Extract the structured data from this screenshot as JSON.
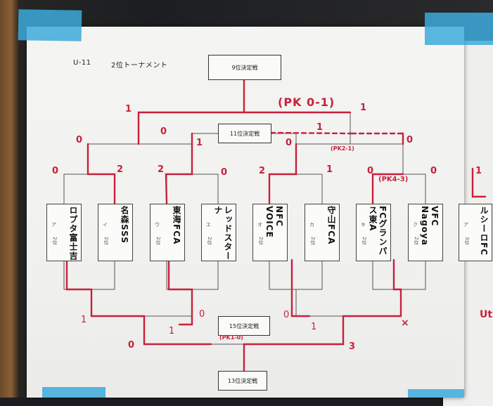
{
  "header": {
    "category": "U-11",
    "title": "2位トーナメント"
  },
  "matches": {
    "place9": "9位決定戦",
    "place11": "11位決定戦",
    "place15": "15位決定戦",
    "place13": "13位決定戦"
  },
  "teams": [
    {
      "code": "ア",
      "rank": "2位",
      "name": "ロプタ富士吉"
    },
    {
      "code": "イ",
      "rank": "2位",
      "name": "名森SSS"
    },
    {
      "code": "ウ",
      "rank": "2位",
      "name": "東海FCA"
    },
    {
      "code": "エ",
      "rank": "2位",
      "name": "レッドスターナ"
    },
    {
      "code": "オ",
      "rank": "2位",
      "name": "NFC VOICE"
    },
    {
      "code": "カ",
      "rank": "2位",
      "name": "守山FCA"
    },
    {
      "code": "キ",
      "rank": "2位",
      "name": "FCグランパス東A"
    },
    {
      "code": "ク",
      "rank": "2位",
      "name": "VFC Nagoya"
    }
  ],
  "next_sheet_team": {
    "code": "ア",
    "rank": "3位",
    "name": "ルシーロFC"
  },
  "scores": {
    "r1_ai_a": "0",
    "r1_ai_i": "2",
    "r1_ue_u": "2",
    "r1_ue_e": "0",
    "r1_ok_o": "2",
    "r1_ok_k": "1",
    "r1_kk_ki": "0",
    "r1_kk_ku": "0",
    "sf_left_a": "0",
    "sf_left_b": "1",
    "sf_right_a": "0",
    "sf_right_b": "1",
    "final9_left": "1",
    "final9_right": "1",
    "lower_ai": "1",
    "lower_ue": "0",
    "lower_ok": "0",
    "lower_kk": "1",
    "lower15_left": "1",
    "lower13_left": "0",
    "lower13_right": "3"
  },
  "notes": {
    "pk_final": "(PK 0-1)",
    "pk_sf_right": "(PK2-1)",
    "pk_r1_kk": "(PK4-3)",
    "pk_lower": "(PK1-0)",
    "x_mark": "×",
    "edge_right_mark": "1",
    "edge_right_lower": "Ut"
  }
}
